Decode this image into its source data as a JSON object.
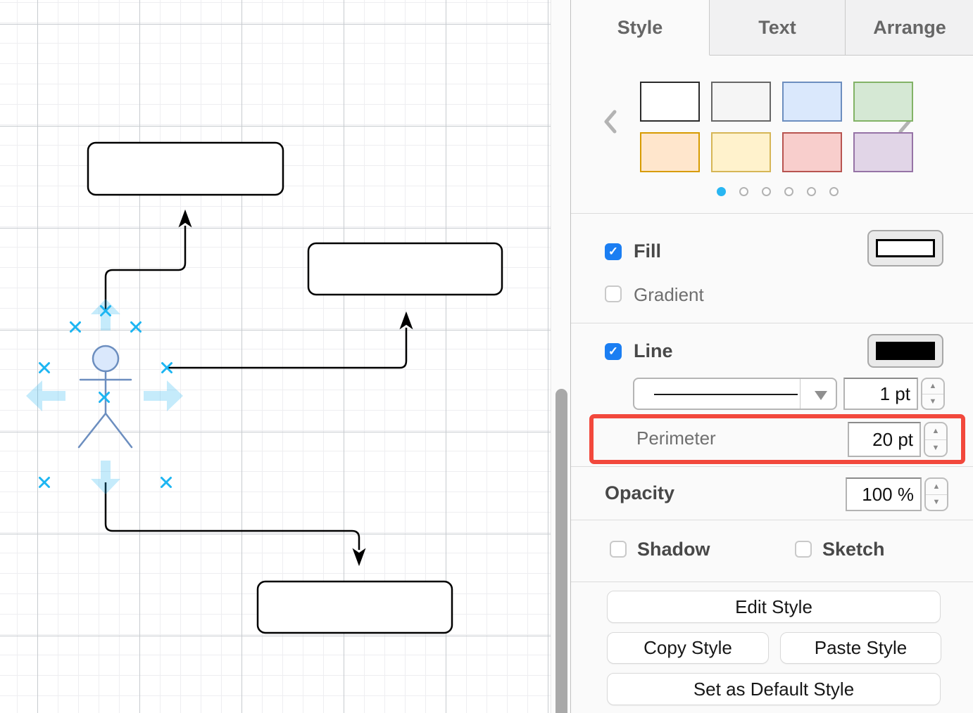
{
  "canvas": {
    "shape_count_note": "three empty rounded rectangles, one actor shape, three connector arrows"
  },
  "panel": {
    "tabs": [
      {
        "label": "Style",
        "active": true
      },
      {
        "label": "Text",
        "active": false
      },
      {
        "label": "Arrange",
        "active": false
      }
    ],
    "carousel": {
      "dot_count": 6,
      "active_dot": 0,
      "swatches": [
        {
          "fill": "#ffffff",
          "stroke": "#2b2b2b"
        },
        {
          "fill": "#f5f5f5",
          "stroke": "#666666"
        },
        {
          "fill": "#dae8fc",
          "stroke": "#6c8ebf"
        },
        {
          "fill": "#d5e8d4",
          "stroke": "#82b366"
        },
        {
          "fill": "#ffe6cc",
          "stroke": "#d79b00"
        },
        {
          "fill": "#fff2cc",
          "stroke": "#d6b656"
        },
        {
          "fill": "#f8cecc",
          "stroke": "#b85450"
        },
        {
          "fill": "#e1d5e7",
          "stroke": "#9673a6"
        }
      ]
    },
    "fill": {
      "label": "Fill",
      "checked": true
    },
    "gradient": {
      "label": "Gradient",
      "checked": false
    },
    "line": {
      "label": "Line",
      "checked": true,
      "width_value": "1 pt"
    },
    "perimeter": {
      "label": "Perimeter",
      "value": "20 pt"
    },
    "opacity": {
      "label": "Opacity",
      "value": "100 %"
    },
    "shadow": {
      "label": "Shadow",
      "checked": false
    },
    "sketch": {
      "label": "Sketch",
      "checked": false
    },
    "buttons": {
      "edit": "Edit Style",
      "copy": "Copy Style",
      "paste": "Paste Style",
      "set_default": "Set as Default Style"
    },
    "check_glyph": "✓",
    "stepper_up_glyph": "▲",
    "stepper_down_glyph": "▼"
  },
  "colors": {
    "accent_blue": "#1b7ef2",
    "highlight_red": "#f2483c",
    "marker_cyan": "#1cb5f2",
    "actor_stroke": "#6c8ebf",
    "actor_fill": "#dae8fc",
    "nav_arrow": "#29b6f2",
    "edge_black": "#000000",
    "dot_active": "#29b6f2"
  }
}
